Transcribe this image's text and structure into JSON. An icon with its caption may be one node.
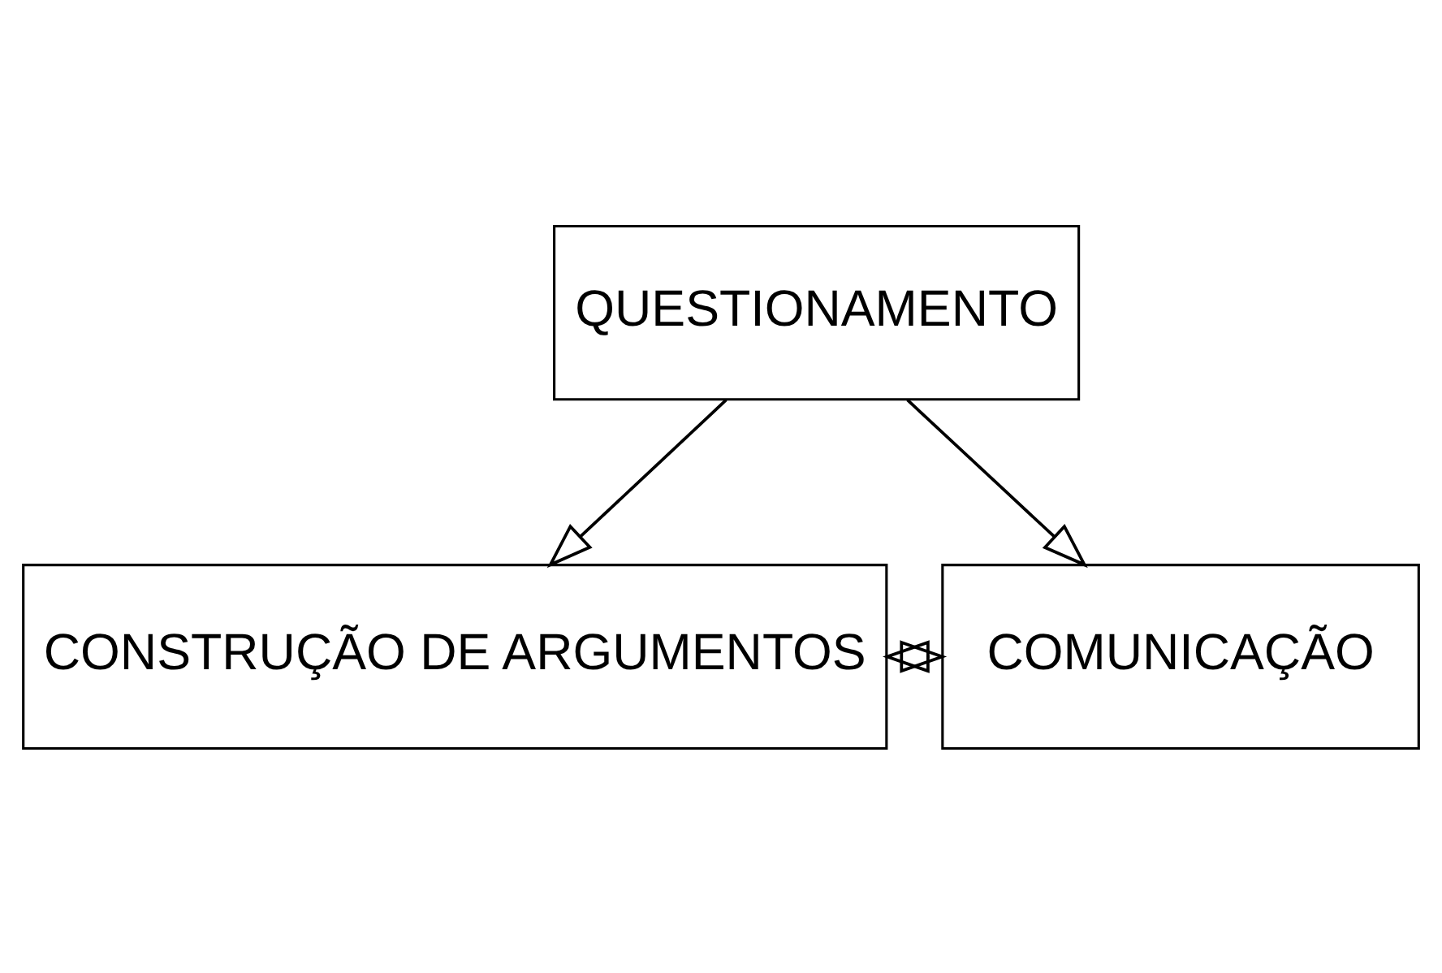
{
  "diagram": {
    "nodes": [
      {
        "text": [
          "QUESTIONAMENTO"
        ]
      },
      {
        "text": [
          "CONSTRUÇÃO DE ARGUMENTOS"
        ]
      },
      {
        "text": [
          "COMUNICAÇÃO"
        ]
      }
    ],
    "edges": [
      {
        "from": 0,
        "to": 1,
        "arrow": "to"
      },
      {
        "from": 0,
        "to": 2,
        "arrow": "to"
      },
      {
        "from": 1,
        "to": 2,
        "arrow": "both"
      }
    ]
  }
}
